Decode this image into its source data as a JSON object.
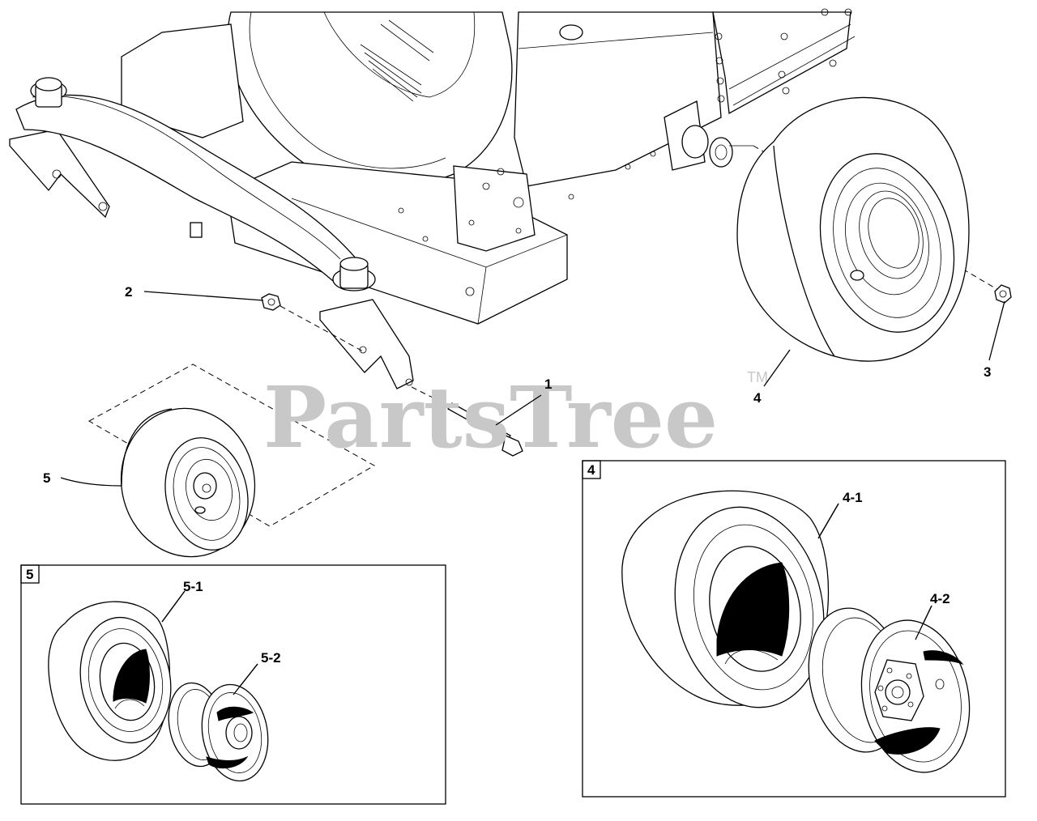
{
  "watermark": {
    "text": "PartsTree",
    "trademark": "TM"
  },
  "callouts": [
    {
      "id": "1",
      "text": "1"
    },
    {
      "id": "2",
      "text": "2"
    },
    {
      "id": "3",
      "text": "3"
    },
    {
      "id": "4",
      "text": "4"
    },
    {
      "id": "5",
      "text": "5"
    }
  ],
  "inset_4": {
    "tag": "4",
    "parts": [
      "4-1",
      "4-2"
    ]
  },
  "inset_5": {
    "tag": "5",
    "parts": [
      "5-1",
      "5-2"
    ]
  }
}
